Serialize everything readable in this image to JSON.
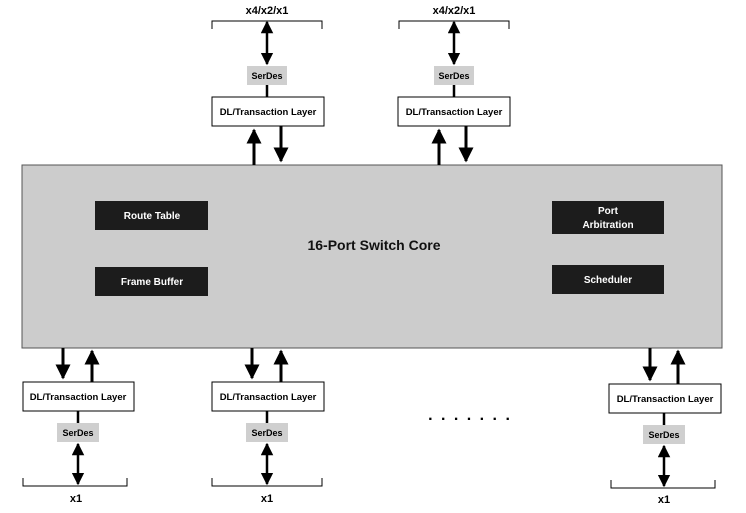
{
  "core": {
    "title": "16-Port Switch Core",
    "blocks": {
      "route_table": "Route Table",
      "frame_buffer": "Frame Buffer",
      "port_arbitration_line1": "Port",
      "port_arbitration_line2": "Arbitration",
      "scheduler": "Scheduler"
    }
  },
  "top_ports": [
    {
      "width_label": "x4/x2/x1",
      "serdes": "SerDes",
      "layer": "DL/Transaction Layer"
    },
    {
      "width_label": "x4/x2/x1",
      "serdes": "SerDes",
      "layer": "DL/Transaction Layer"
    }
  ],
  "bottom_ports": [
    {
      "width_label": "x1",
      "serdes": "SerDes",
      "layer": "DL/Transaction Layer"
    },
    {
      "width_label": "x1",
      "serdes": "SerDes",
      "layer": "DL/Transaction Layer"
    },
    {
      "width_label": "x1",
      "serdes": "SerDes",
      "layer": "DL/Transaction Layer"
    }
  ],
  "ellipsis": ". . . . . . .",
  "colors": {
    "core_fill": "#cccccc",
    "dark_block": "#1c1c1c",
    "serdes_fill": "#cfcfcf",
    "line": "#000000"
  }
}
